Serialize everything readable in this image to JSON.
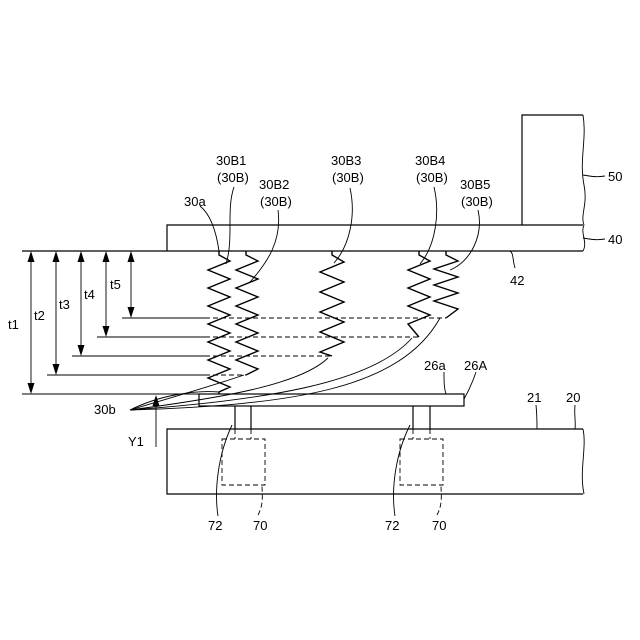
{
  "labels": {
    "spring1": "30B1",
    "spring1_group": "(30B)",
    "spring2": "30B2",
    "spring2_group": "(30B)",
    "spring3": "30B3",
    "spring3_group": "(30B)",
    "spring4": "30B4",
    "spring4_group": "(30B)",
    "spring5": "30B5",
    "spring5_group": "(30B)",
    "spring_top": "30a",
    "spring_bottom": "30b",
    "housing": "50",
    "plate": "40",
    "plate_surface": "42",
    "contact_surface": "26a",
    "contact_plate": "26A",
    "board_surface": "21",
    "board": "20",
    "direction": "Y1",
    "pin_left": "72",
    "pin_right": "72",
    "chip_left": "70",
    "chip_right": "70",
    "t1": "t1",
    "t2": "t2",
    "t3": "t3",
    "t4": "t4",
    "t5": "t5"
  }
}
